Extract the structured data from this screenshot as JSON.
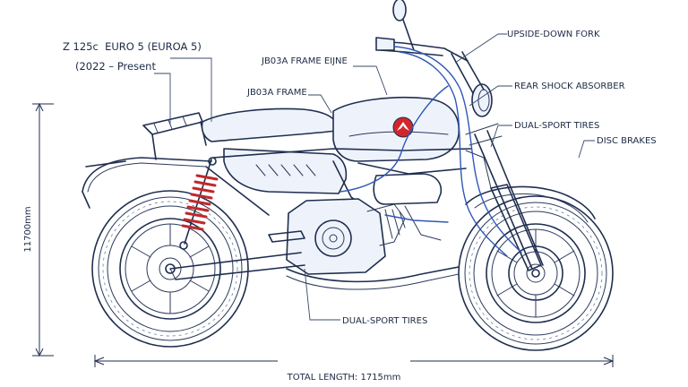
{
  "diagram": {
    "specs": {
      "engine": "Z 125c  EURO 5 (EUROA 5)",
      "years": "(2022 – Present"
    },
    "labels": {
      "frame_engine": "JB03A FRAME EIJNE",
      "frame": "JB03A FRAME",
      "fork": "UPSIDE-DOWN FORK",
      "shock": "REAR SHOCK ABSORBER",
      "tires_top": "DUAL-SPORT TIRES",
      "brakes": "DISC BRAKES",
      "tires_bottom": "DUAL-SPORT TIRES"
    },
    "dimensions": {
      "height": "11700mm",
      "length": "TOTAL LENGTH: 1715mm"
    },
    "colors": {
      "ink": "#1f2e4f",
      "accent_blue": "#2f57b8",
      "shock_spring": "#c0282c",
      "logo_red": "#d3262b"
    }
  }
}
